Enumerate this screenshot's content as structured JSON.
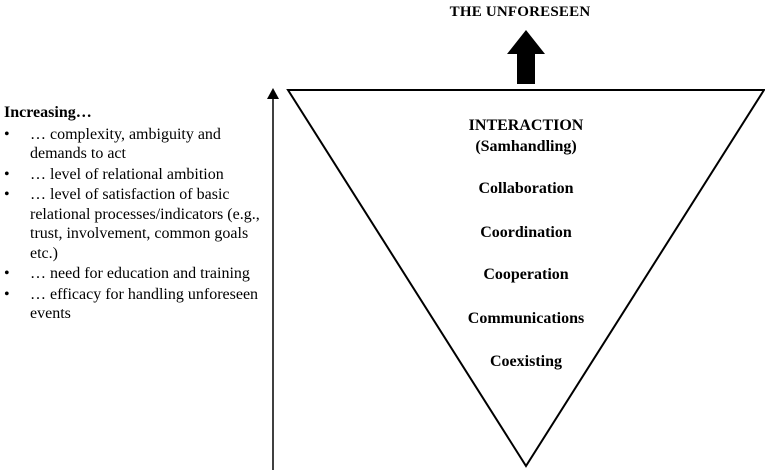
{
  "top_label": "THE UNFORESEEN",
  "left": {
    "heading": "Increasing…",
    "bullets": [
      "… complexity, ambiguity and demands to act",
      "… level of relational ambition",
      "… level of satisfaction of basic relational processes/indicators (e.g., trust, involvement, common goals etc.)",
      "… need for education and training",
      "… efficacy for handling unforeseen events"
    ]
  },
  "pyramid": {
    "top_title": "INTERACTION",
    "top_subtitle": "(Samhandling)",
    "levels": [
      "Collaboration",
      "Coordination",
      "Cooperation",
      "Communications",
      "Coexisting"
    ]
  }
}
